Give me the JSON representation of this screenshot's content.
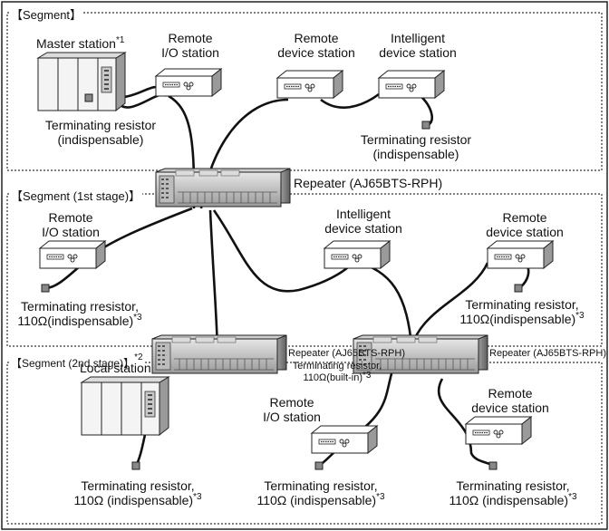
{
  "segments": {
    "top": "【Segment】",
    "first": "【Segment (1st stage)】",
    "second": "【Segment (2nd stage)】",
    "second_note": "*2"
  },
  "stations": {
    "master": "Master station",
    "master_note": "*1",
    "remote_io_line1": "Remote",
    "remote_io_line2": "I/O station",
    "remote_device_line1": "Remote",
    "remote_device_line2": "device station",
    "intelligent_line1": "Intelligent",
    "intelligent_line2": "device station",
    "local": "Local station"
  },
  "resistors": {
    "tr_line1": "Terminating resistor",
    "tr_line2": "(indispensable)",
    "tr110_line1": "Terminating resistor,",
    "tr110_line2": "110Ω(indispensable)",
    "tr110_line2_spaced": "110Ω (indispensable)",
    "trr_line1": "Terminating rresistor,",
    "builtin_line1": "Terminating resistor,",
    "builtin_line2": "110Ω(built-in)",
    "note3": "*3"
  },
  "repeaters": {
    "main": "Repeater (AJ65BTS-RPH)",
    "small": "Repeater (AJ65BTS-RPH)"
  }
}
